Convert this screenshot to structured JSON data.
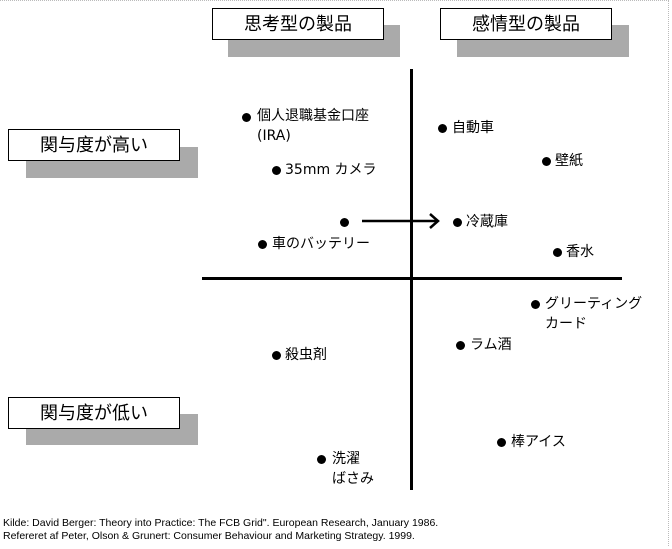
{
  "headers": {
    "thinking": "思考型の製品",
    "feeling": "感情型の製品"
  },
  "involvement": {
    "high": "関与度が高い",
    "low": "関与度が低い"
  },
  "items": [
    {
      "label": "個人退職基金口座",
      "label2": "(IRA)"
    },
    {
      "label": "35mm カメラ"
    },
    {
      "label": "車のバッテリー"
    },
    {
      "label": "自動車"
    },
    {
      "label": "壁紙"
    },
    {
      "label": "冷蔵庫"
    },
    {
      "label": "香水"
    },
    {
      "label": "グリーティング",
      "label2": "カード"
    },
    {
      "label": "ラム酒"
    },
    {
      "label": "殺虫剤"
    },
    {
      "label": "棒アイス"
    },
    {
      "label": "洗濯",
      "label2": "ばさみ"
    }
  ],
  "references": [
    "Kilde: David Berger: Theory into Practice: The FCB Grid\". European Research, January 1986.",
    "Refereret af Peter, Olson & Grunert: Consumer Behaviour and Marketing Strategy. 1999."
  ]
}
